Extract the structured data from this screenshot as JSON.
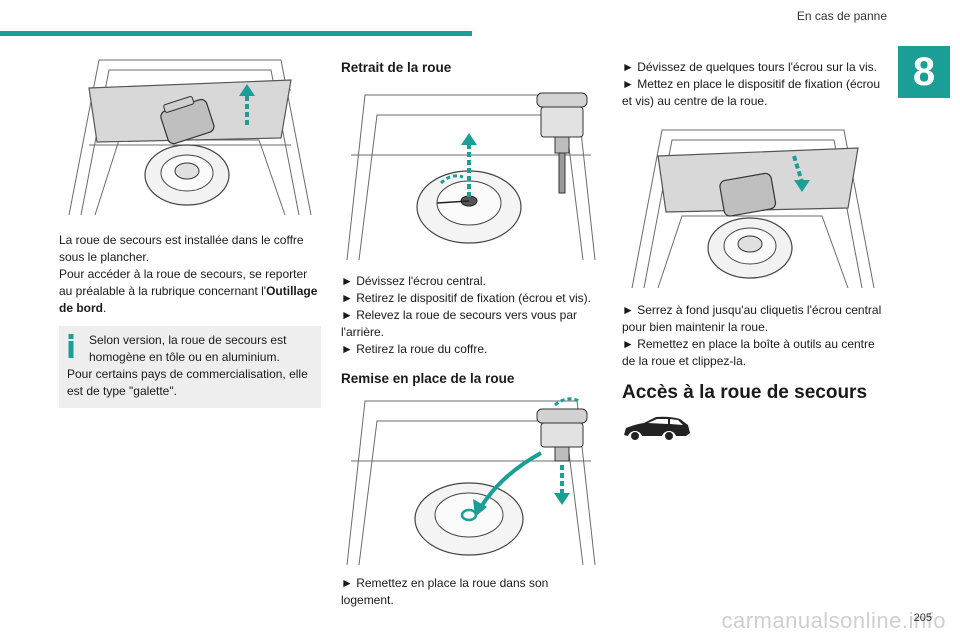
{
  "header": {
    "section_title": "En cas de panne",
    "chapter": "8"
  },
  "column1": {
    "para1": "La roue de secours est installée dans le coffre sous le plancher.",
    "para2_prefix": "Pour accéder à la roue de secours, se reporter au préalable à la rubrique concernant l'",
    "para2_bold": "Outillage de bord",
    "para2_suffix": ".",
    "note_line1": "Selon version, la roue de secours est homogène en tôle ou en aluminium.",
    "note_line2": "Pour certains pays de commercialisation, elle est de type \"galette\"."
  },
  "column2": {
    "heading1": "Retrait de la roue",
    "steps1": [
      "► Dévissez l'écrou central.",
      "► Retirez le dispositif de fixation (écrou et vis).",
      "► Relevez la roue de secours vers vous par l'arrière.",
      "► Retirez la roue du coffre."
    ],
    "heading2": "Remise en place de la roue",
    "steps2": [
      "► Remettez en place la roue dans son logement."
    ]
  },
  "column3": {
    "steps1": [
      "► Dévissez de quelques tours l'écrou sur la vis.",
      "► Mettez en place le dispositif de fixation (écrou et vis) au centre de la roue."
    ],
    "steps2": [
      "► Serrez à fond jusqu'au cliquetis l'écrou central pour bien maintenir la roue.",
      "► Remettez en place la boîte à outils au centre de la roue et clippez-la."
    ],
    "heading": "Accès à la roue de secours"
  },
  "footer": {
    "page_number": "205",
    "watermark": "carmanualsonline.info"
  },
  "colors": {
    "accent": "#1a9e96",
    "note_bg": "#eeeeee",
    "text": "#1a1a1a"
  },
  "icons": [
    "info-icon",
    "car-silhouette-icon",
    "arrow-up-icon",
    "arrow-down-icon"
  ]
}
